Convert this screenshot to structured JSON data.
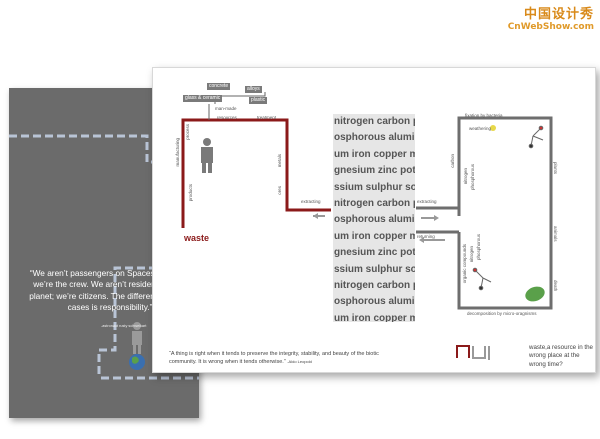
{
  "watermark": {
    "cn": "中国设计秀",
    "en": "CnWebShow.com"
  },
  "back_card": {
    "quote": "“We aren’t passengers on Spaceship Earth; we’re the crew. We aren’t residents of this planet; we’re citizens. The difference in both cases is responsibility.”",
    "attribution": "-astronaut rusty schweikart"
  },
  "front_card": {
    "inputs": [
      "concrete",
      "alloys",
      "glass & ceramic",
      "plastic"
    ],
    "manmade_label": "man-made",
    "left_loop": [
      "manufacturing",
      "process",
      "resources",
      "treatment",
      "metals",
      "ores",
      "products"
    ],
    "waste_label": "waste",
    "extracting_labels": [
      "extracting",
      "extracting"
    ],
    "returning_label": "returning",
    "elements": [
      "nitrogen carbon ph",
      "osphorous alumini",
      "um iron copper ma",
      "gnesium zinc pota",
      "ssium sulphur sod",
      "nitrogen carbon ph",
      "osphorous alumini",
      "um iron copper ma",
      "gnesium zinc pota",
      "ssium sulphur sod",
      "nitrogen carbon ph",
      "osphorous alumini",
      "um iron copper ma",
      "gnesium zinc pota",
      "ssium sulphur sod"
    ],
    "right_loop": [
      "fixation by bacteria",
      "weathering",
      "carbon",
      "nitrogen",
      "phosphorous",
      "plants",
      "animals",
      "death",
      "decomposition by micro-oragnisms",
      "organic compounds",
      "nitrogen",
      "phosphorous"
    ],
    "bottom_quote": "“A thing is right when it tends to preserve the integrity, stability, and beauty of the biotic community. It is wrong when it tends otherwise.”",
    "bottom_attribution": "-Aldo Leopold",
    "caption": "waste,a resource in the wrong place at the wrong time?"
  },
  "colors": {
    "accent_red": "#8b1a1a",
    "loop_gray": "#6e6e6e",
    "back_gray": "#6b6b6b",
    "dashed_blue": "#b9c4d6"
  }
}
